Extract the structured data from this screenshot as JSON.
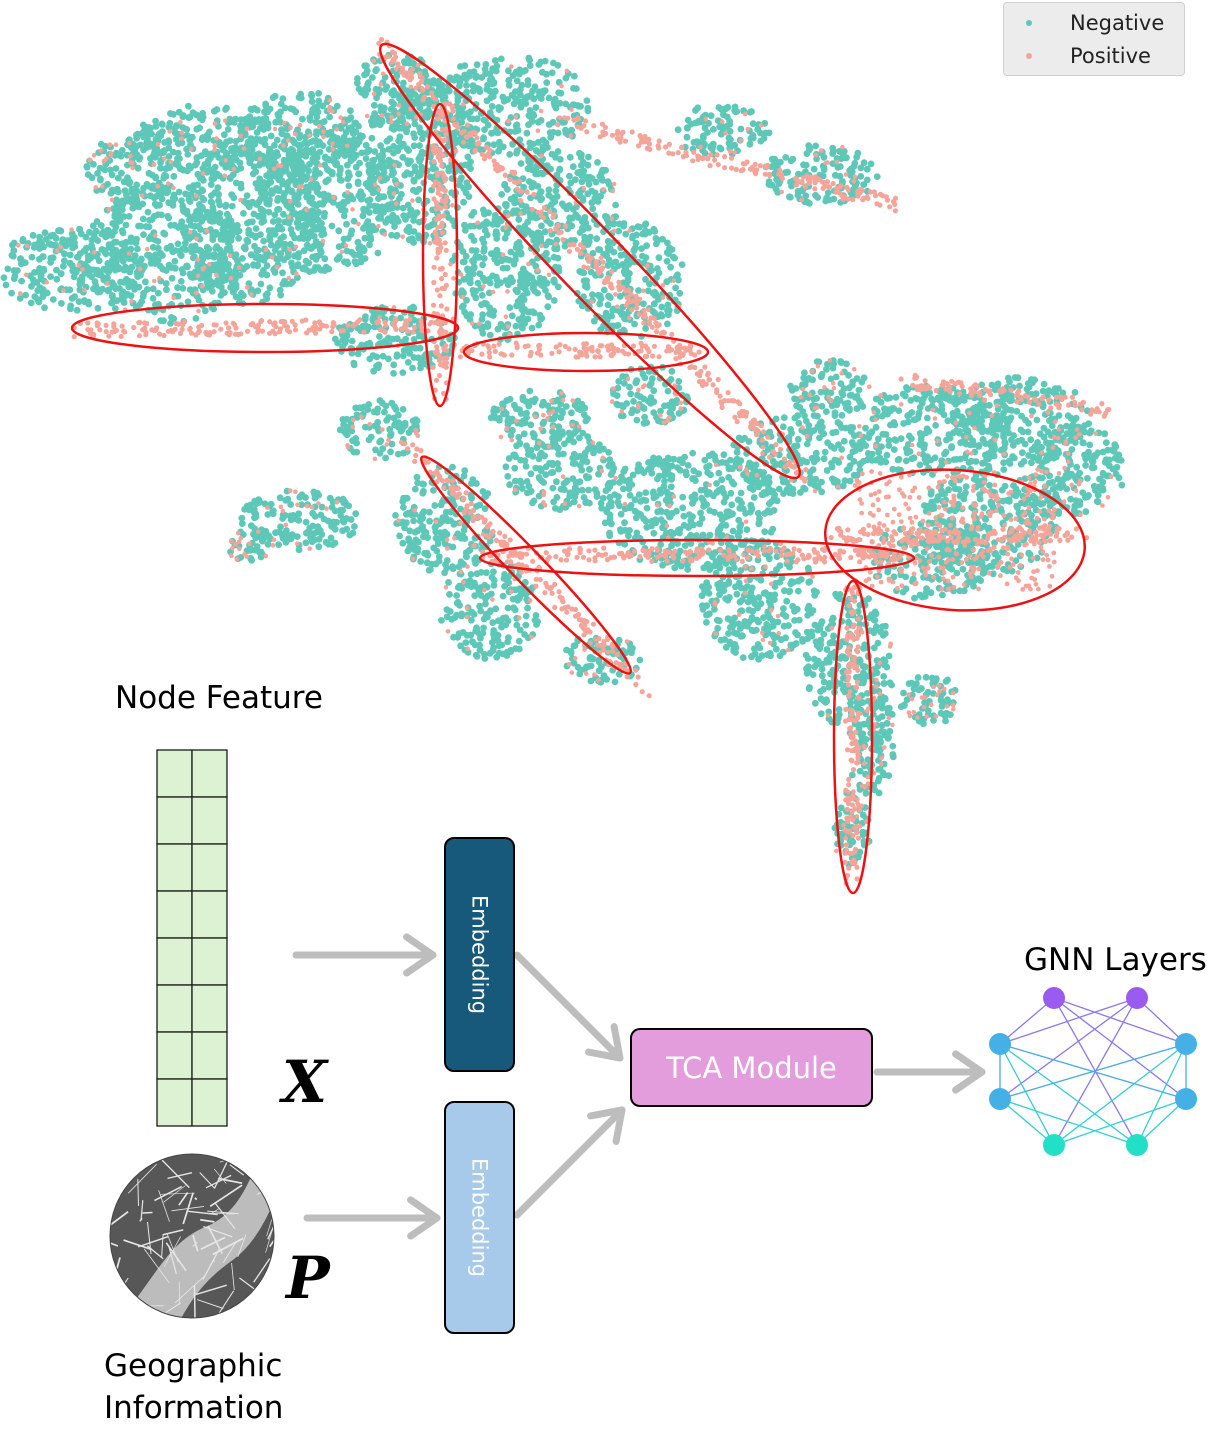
{
  "legend": {
    "negative_label": "Negative",
    "positive_label": "Positive",
    "negative_color": "#5ec8b8",
    "positive_color": "#f4a498"
  },
  "highlight_color": "#ee1111",
  "node_feature": {
    "title": "Node Feature",
    "symbol": "X",
    "grid_color": "#dcf2d2",
    "rows": 8,
    "cols": 2
  },
  "geographic": {
    "title_line1": "Geographic",
    "title_line2": "Information",
    "symbol": "P"
  },
  "embedding_top": {
    "label": "Embedding",
    "color": "#16597a"
  },
  "embedding_bottom": {
    "label": "Embedding",
    "color": "#a7c9ea"
  },
  "tca": {
    "label": "TCA Module",
    "color": "#e39ddc"
  },
  "gnn": {
    "title": "GNN Layers",
    "node_colors": {
      "top": "#9a5cf0",
      "middle": "#45b0e6",
      "bottom": "#22e0c8"
    }
  },
  "arrow_color": "#bdbdbd"
}
